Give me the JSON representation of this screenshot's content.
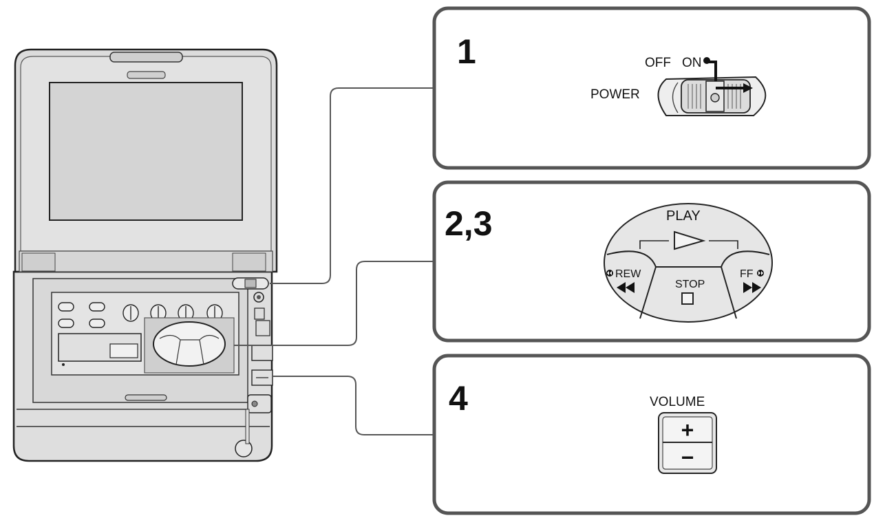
{
  "panels": [
    {
      "step": "1",
      "labels": {
        "off": "OFF",
        "on": "ON",
        "power": "POWER"
      }
    },
    {
      "step": "2,3",
      "labels": {
        "play": "PLAY",
        "rew": "REW",
        "stop": "STOP",
        "ff": "FF"
      }
    },
    {
      "step": "4",
      "labels": {
        "volume": "VOLUME",
        "plus": "+",
        "minus": "−"
      }
    }
  ],
  "icons": {
    "play": "play-triangle-icon",
    "stop": "stop-square-icon",
    "rewind": "rewind-icon",
    "fast_forward": "fast-forward-icon",
    "rew_index": "index-rewind-icon",
    "ff_index": "index-ff-icon"
  },
  "colors": {
    "device_body": "#dcdcdc",
    "device_screen": "#d4d4d4",
    "panel_border": "#555555",
    "callout_fill": "#e6e6e6",
    "ink": "#111111"
  }
}
